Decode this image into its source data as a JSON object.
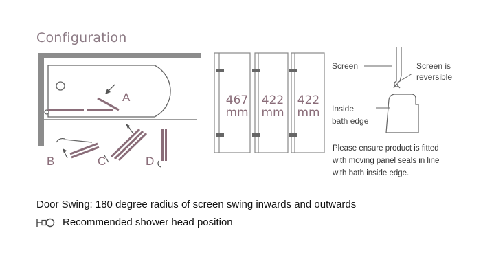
{
  "title": "Configuration",
  "letters": {
    "a": "A",
    "b": "B",
    "c": "C",
    "d": "D"
  },
  "panels": [
    {
      "width": "467",
      "unit": "mm"
    },
    {
      "width": "422",
      "unit": "mm"
    },
    {
      "width": "422",
      "unit": "mm"
    }
  ],
  "callouts": {
    "screen": "Screen",
    "reversible_line1": "Screen is",
    "reversible_line2": "reversible",
    "inside_line1": "Inside",
    "inside_line2": "bath edge"
  },
  "note_lines": [
    "Please ensure product is fitted",
    "with moving panel seals in line",
    "with bath inside edge."
  ],
  "door_swing": "Door Swing: 180 degree radius of screen swing inwards and outwards",
  "legend_label": "Recommended shower head position",
  "colors": {
    "accent": "#8a6d79",
    "wall": "#8c8c8c",
    "line": "#555555",
    "rule": "#c9b7c0"
  },
  "icons": [
    "shower-head-icon"
  ]
}
